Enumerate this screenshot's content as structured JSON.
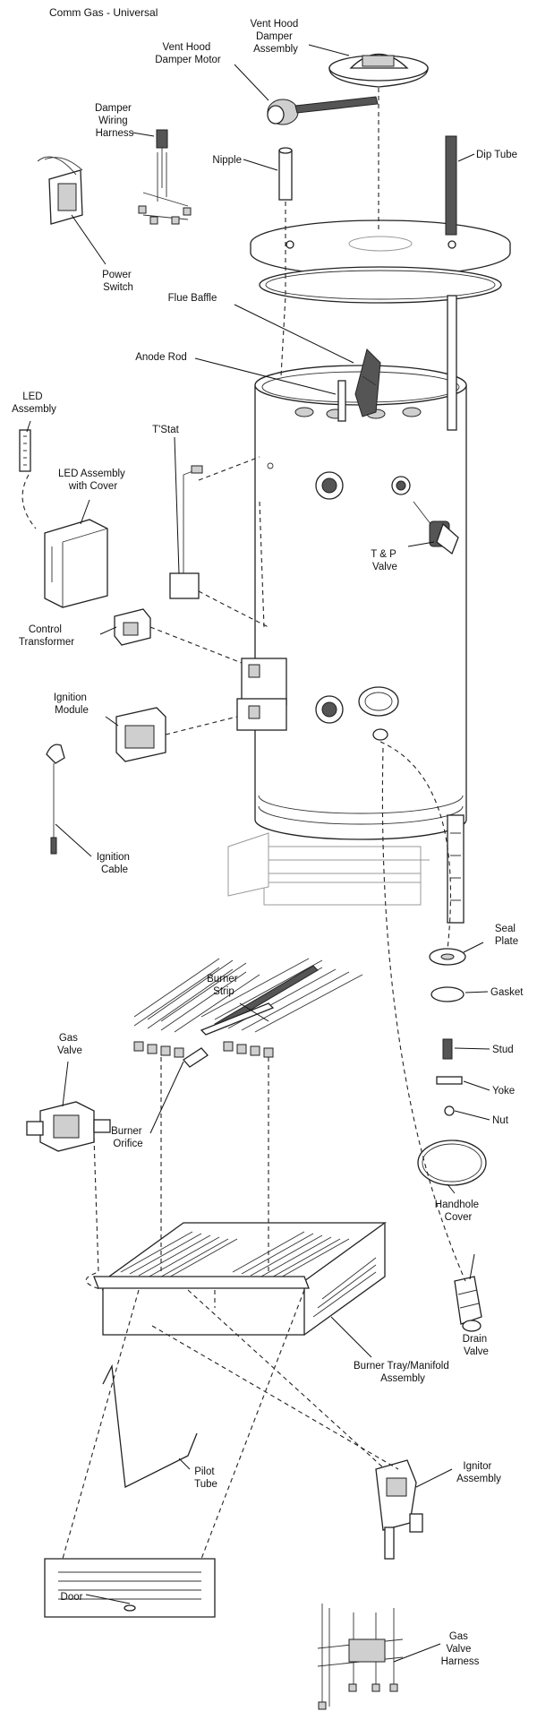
{
  "title": "Comm Gas - Universal",
  "labels": {
    "vent_hood_damper_assembly": [
      "Vent Hood",
      "Damper",
      "Assembly"
    ],
    "vent_hood_damper_motor": [
      "Vent Hood",
      "Damper Motor"
    ],
    "damper_wiring_harness": [
      "Damper",
      "Wiring",
      "Harness"
    ],
    "nipple": [
      "Nipple"
    ],
    "dip_tube": [
      "Dip Tube"
    ],
    "power_switch": [
      "Power",
      "Switch"
    ],
    "flue_baffle": [
      "Flue Baffle"
    ],
    "anode_rod": [
      "Anode Rod"
    ],
    "led_assembly": [
      "LED",
      "Assembly"
    ],
    "tstat": [
      "T'Stat"
    ],
    "led_assembly_with_cover": [
      "LED Assembly",
      "with Cover"
    ],
    "tp_valve": [
      "T & P",
      "Valve"
    ],
    "control_transformer": [
      "Control",
      "Transformer"
    ],
    "ignition_module": [
      "Ignition",
      "Module"
    ],
    "ignition_cable": [
      "Ignition",
      "Cable"
    ],
    "seal_plate": [
      "Seal",
      "Plate"
    ],
    "gasket": [
      "Gasket"
    ],
    "burner_strip": [
      "Burner",
      "Strip"
    ],
    "stud": [
      "Stud"
    ],
    "gas_valve": [
      "Gas",
      "Valve"
    ],
    "yoke": [
      "Yoke"
    ],
    "nut": [
      "Nut"
    ],
    "burner_orifice": [
      "Burner",
      "Orifice"
    ],
    "handhole_cover": [
      "Handhole",
      "Cover"
    ],
    "drain_valve": [
      "Drain",
      "Valve"
    ],
    "burner_tray_manifold_assembly": [
      "Burner Tray/Manifold",
      "Assembly"
    ],
    "pilot_tube": [
      "Pilot",
      "Tube"
    ],
    "ignitor_assembly": [
      "Ignitor",
      "Assembly"
    ],
    "door": [
      "Door"
    ],
    "gas_valve_harness": [
      "Gas",
      "Valve",
      "Harness"
    ]
  }
}
